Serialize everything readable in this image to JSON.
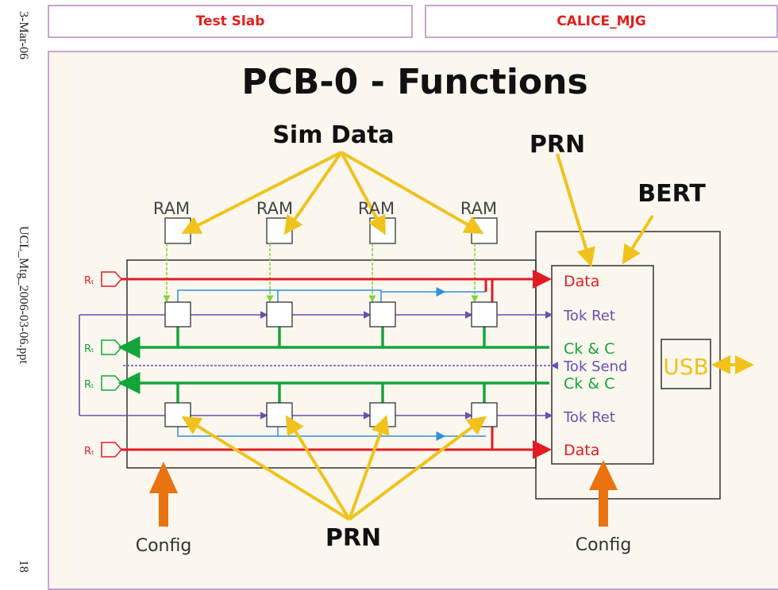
{
  "sidebar": {
    "date": "3-Mar-06",
    "filename": "UCL_Mtg_2006-03-06.ppt",
    "page_number": "18"
  },
  "header": {
    "left_label": "Test Slab",
    "right_label": "CALICE_MJG"
  },
  "slide": {
    "title": "PCB-0 - Functions"
  },
  "diagram": {
    "sim_data_label": "Sim Data",
    "prn_top_label": "PRN",
    "bert_label": "BERT",
    "ram_labels": [
      "RAM",
      "RAM",
      "RAM",
      "RAM"
    ],
    "signals": {
      "data_top": "Data",
      "tok_ret_top": "Tok Ret",
      "ck_c_top": "Ck & C",
      "tok_send": "Tok Send",
      "ck_c_bottom": "Ck & C",
      "tok_ret_bottom": "Tok Ret",
      "data_bottom": "Data"
    },
    "rx_labels": [
      "Rₜ",
      "Rₜ",
      "Rₜ",
      "Rₜ"
    ],
    "usb_label": "USB",
    "prn_bottom_label": "PRN",
    "config_left_label": "Config",
    "config_right_label": "Config",
    "colors": {
      "data_line": "#e21b23",
      "ck_line": "#13a53a",
      "tok_line": "#6a4fb0",
      "chain_line": "#2f8fd8",
      "arrow_yellow": "#f0c21b",
      "arrow_orange": "#e8730f",
      "ram_link": "#7fd33a"
    }
  }
}
